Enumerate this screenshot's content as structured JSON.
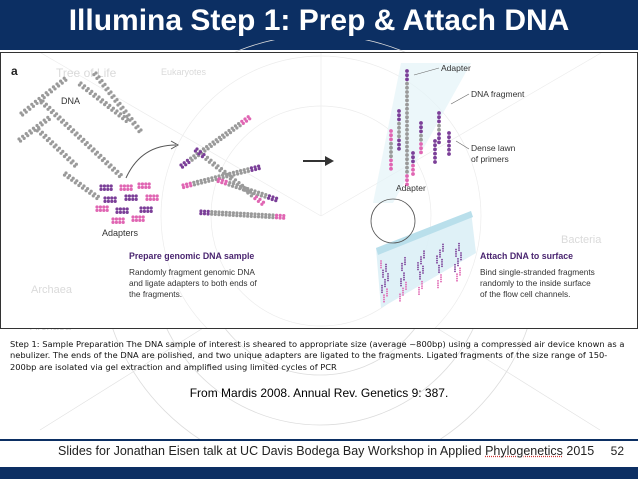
{
  "slide": {
    "title": "Illumina Step 1: Prep & Attach DNA",
    "background_labels": [
      "Tree of Life",
      "Eukaryotes",
      "Bacteria",
      "Archaea"
    ],
    "figure": {
      "panel_label": "a",
      "left": {
        "dna_label": "DNA",
        "adapters_label": "Adapters",
        "heading": "Prepare genomic DNA sample",
        "desc": [
          "Randomly fragment genomic DNA",
          "and ligate adapters to both ends of",
          "the fragments."
        ]
      },
      "right": {
        "adapter_top_label": "Adapter",
        "dna_fragment_label": "DNA fragment",
        "dense_lawn_label": [
          "Dense lawn",
          "of primers"
        ],
        "adapter_bottom_label": "Adapter",
        "heading": "Attach DNA to surface",
        "desc": [
          "Bind single-stranded fragments",
          "randomly to the inside surface",
          "of the flow cell channels."
        ]
      }
    },
    "caption": "Step 1: Sample Preparation The DNA sample of interest is sheared to appropriate size (average ~800bp) using a compressed air device known as a nebulizer. The ends of the DNA are polished, and two unique adapters are ligated to the fragments. Ligated fragments of the size range of 150-200bp are isolated via gel extraction and amplified using limited cycles of PCR",
    "source": "From Mardis 2008. Annual Rev. Genetics 9: 387.",
    "footer": {
      "prefix": "Slides for Jonathan Eisen talk at UC Davis Bodega Bay Workshop in Applied ",
      "highlight": "Phylogenetics",
      "suffix": " 2015"
    },
    "page_number": "52",
    "colors": {
      "header": "#0c2f63",
      "dna_gray": "#9a9a9a",
      "adapter_purple": "#7b3f98",
      "adapter_pink": "#e066b3",
      "heading_purple": "#4a2570",
      "lawn": "#d3ecf3"
    }
  }
}
